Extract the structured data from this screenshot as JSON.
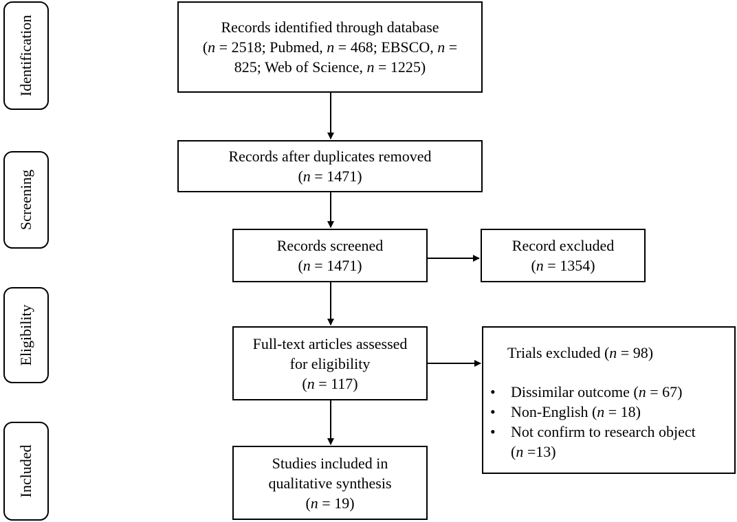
{
  "phases": {
    "identification": "Identification",
    "screening": "Screening",
    "eligibility": "Eligibility",
    "included": "Included"
  },
  "n_symbol": "n",
  "boxes": {
    "identified": {
      "line1": "Records identified through database",
      "line2a": "(",
      "line2b": " = 2518; Pubmed, ",
      "line2c": " = 468; EBSCO, ",
      "line2d": " =",
      "line3a": "825; Web of Science, ",
      "line3b": " = 1225)"
    },
    "dedup": {
      "line1": "Records after duplicates removed",
      "open": "(",
      "count": " = 1471)"
    },
    "screened": {
      "line1": "Records screened",
      "open": "(",
      "count": " = 1471)"
    },
    "excluded": {
      "line1": "Record excluded",
      "open": "(",
      "count": " = 1354)"
    },
    "fulltext": {
      "line1": "Full-text articles assessed",
      "line2": "for eligibility",
      "open": "(",
      "count": " = 117)"
    },
    "trials": {
      "heading_pre": "Trials excluded (",
      "heading_post": " = 98)",
      "bullet": "•",
      "items": [
        {
          "pre": "Dissimilar outcome (",
          "post": " = 67)"
        },
        {
          "pre": "Non-English (",
          "post": " = 18)"
        },
        {
          "pre": "Not confirm to research object",
          "post": ""
        }
      ],
      "item3_cont_open": "(",
      "item3_cont_post": " =13)"
    },
    "included": {
      "line1": "Studies included in",
      "line2": "qualitative synthesis",
      "open": "(",
      "count": " = 19)"
    }
  }
}
